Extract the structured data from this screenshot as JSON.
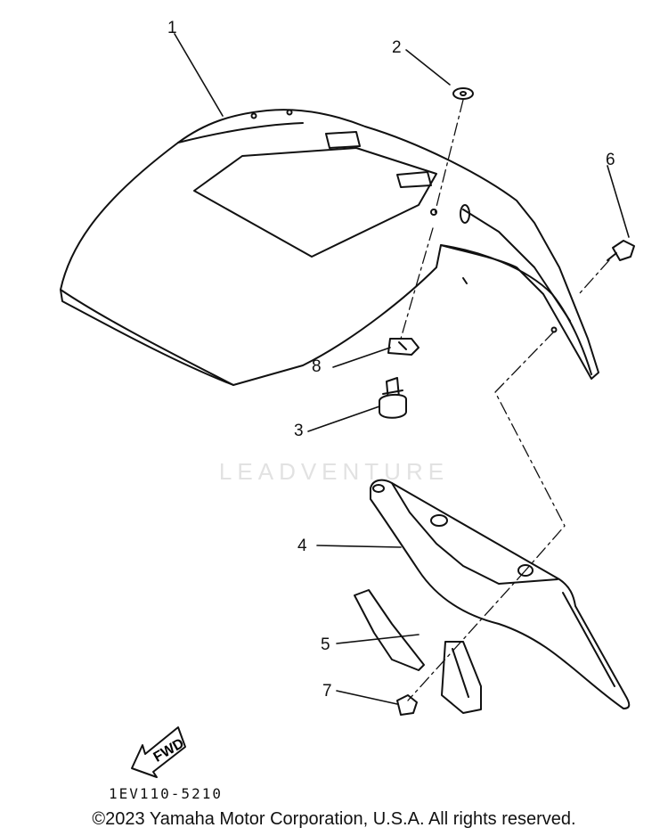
{
  "diagram": {
    "callouts": [
      "1",
      "2",
      "3",
      "4",
      "5",
      "6",
      "7",
      "8"
    ],
    "fwd_label": "FWD",
    "diagram_code": "1EV110-5210"
  },
  "watermark": {
    "text": "LEADVENTURE"
  },
  "footer": {
    "copyright": "©2023 Yamaha Motor Corporation, U.S.A. All rights reserved."
  }
}
